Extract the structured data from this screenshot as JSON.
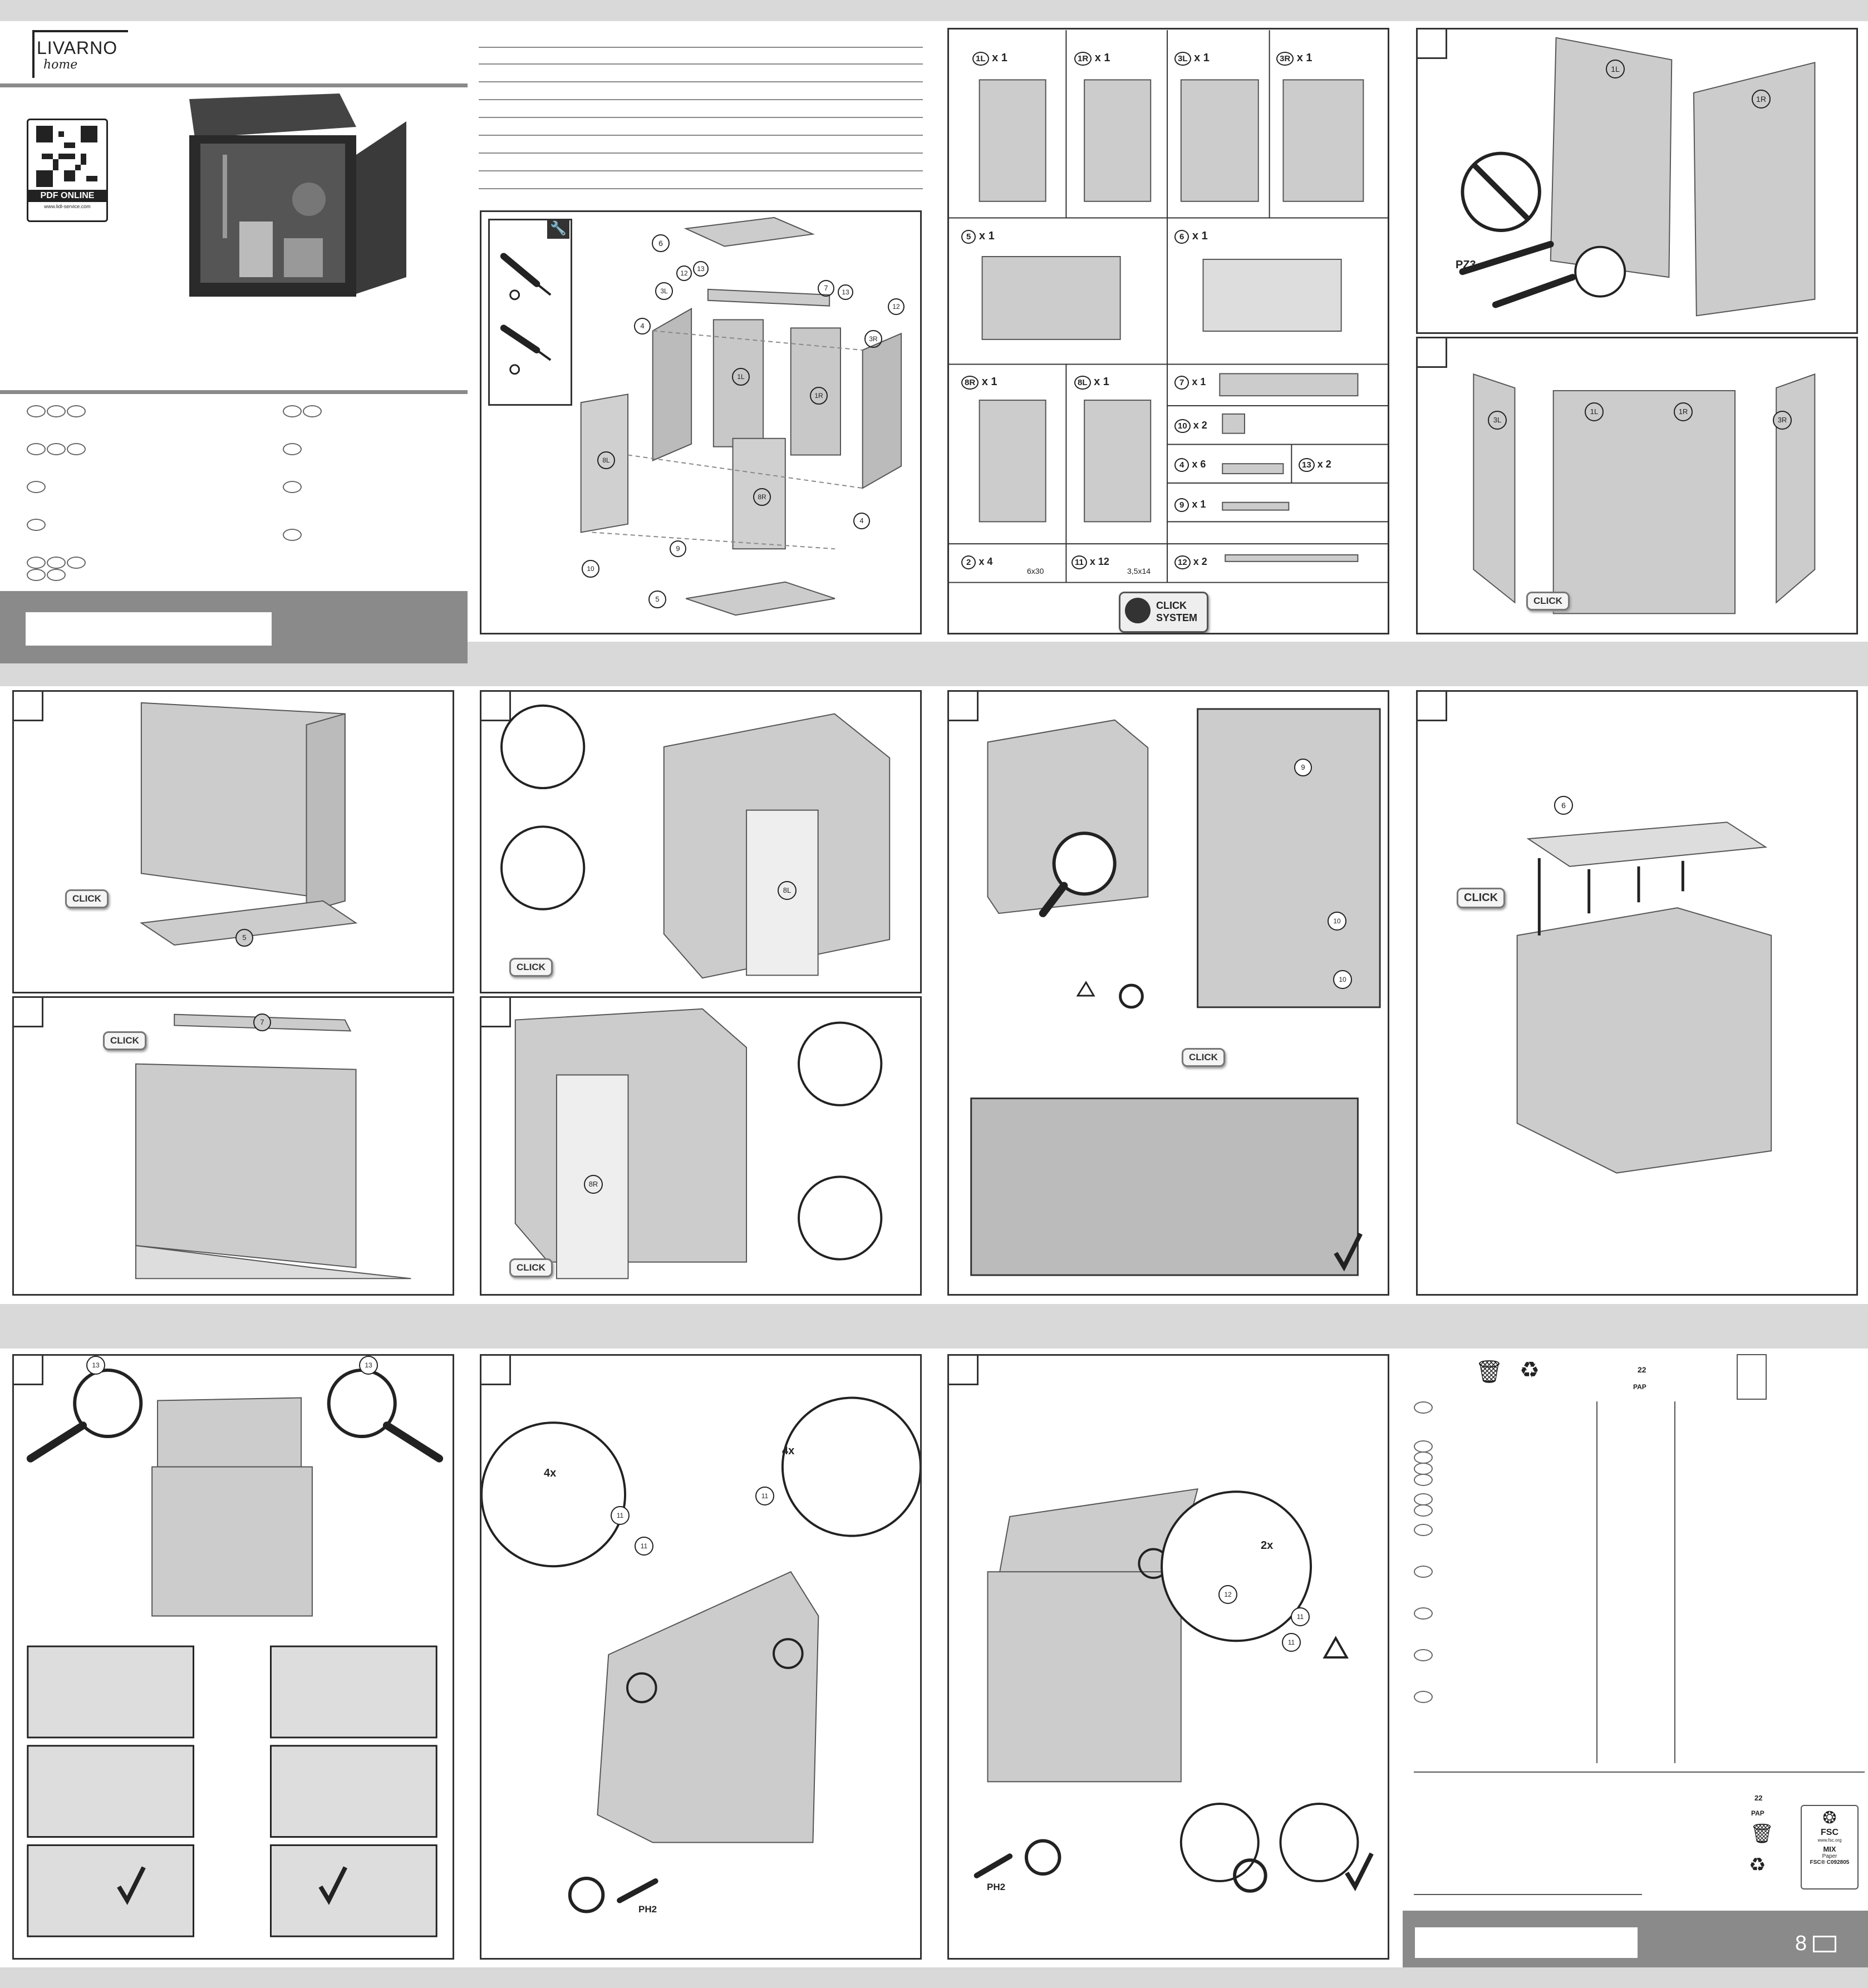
{
  "brand": {
    "name": "LIVARNO",
    "sub": "home"
  },
  "qr": {
    "label": "PDF ONLINE",
    "url": "www.lidl-service.com"
  },
  "parts": {
    "p1L": {
      "id": "1L",
      "qty": "x 1"
    },
    "p1R": {
      "id": "1R",
      "qty": "x 1"
    },
    "p3L": {
      "id": "3L",
      "qty": "x 1"
    },
    "p3R": {
      "id": "3R",
      "qty": "x 1"
    },
    "p5": {
      "id": "5",
      "qty": "x 1"
    },
    "p6": {
      "id": "6",
      "qty": "x 1"
    },
    "p8R": {
      "id": "8R",
      "qty": "x 1"
    },
    "p8L": {
      "id": "8L",
      "qty": "x 1"
    },
    "p7": {
      "id": "7",
      "qty": "x 1"
    },
    "p10": {
      "id": "10",
      "qty": "x 2"
    },
    "p4": {
      "id": "4",
      "qty": "x 6"
    },
    "p13": {
      "id": "13",
      "qty": "x 2"
    },
    "p9": {
      "id": "9",
      "qty": "x 1"
    },
    "p2": {
      "id": "2",
      "qty": "x 4",
      "size": "6x30"
    },
    "p11": {
      "id": "11",
      "qty": "x 12",
      "size": "3,5x14"
    },
    "p12": {
      "id": "12",
      "qty": "x 2"
    }
  },
  "click_system": {
    "line1": "CLICK",
    "line2": "SYSTEM"
  },
  "click": "CLICK",
  "tools": {
    "pz3": "PZ3",
    "ph2": "PH2",
    "x4": "4x",
    "x2": "2x"
  },
  "recycling": {
    "code": "22",
    "material": "PAP",
    "fsc": "FSC",
    "fsc_mix": "MIX",
    "fsc_paper": "Paper",
    "fsc_code": "FSC® C092805",
    "fsc_url": "www.fsc.org"
  },
  "page_number": "8",
  "exploded_labels": [
    "6",
    "13",
    "12",
    "3L",
    "7",
    "13",
    "12",
    "4",
    "3R",
    "1L",
    "1R",
    "8L",
    "8R",
    "4",
    "9",
    "10",
    "5"
  ]
}
